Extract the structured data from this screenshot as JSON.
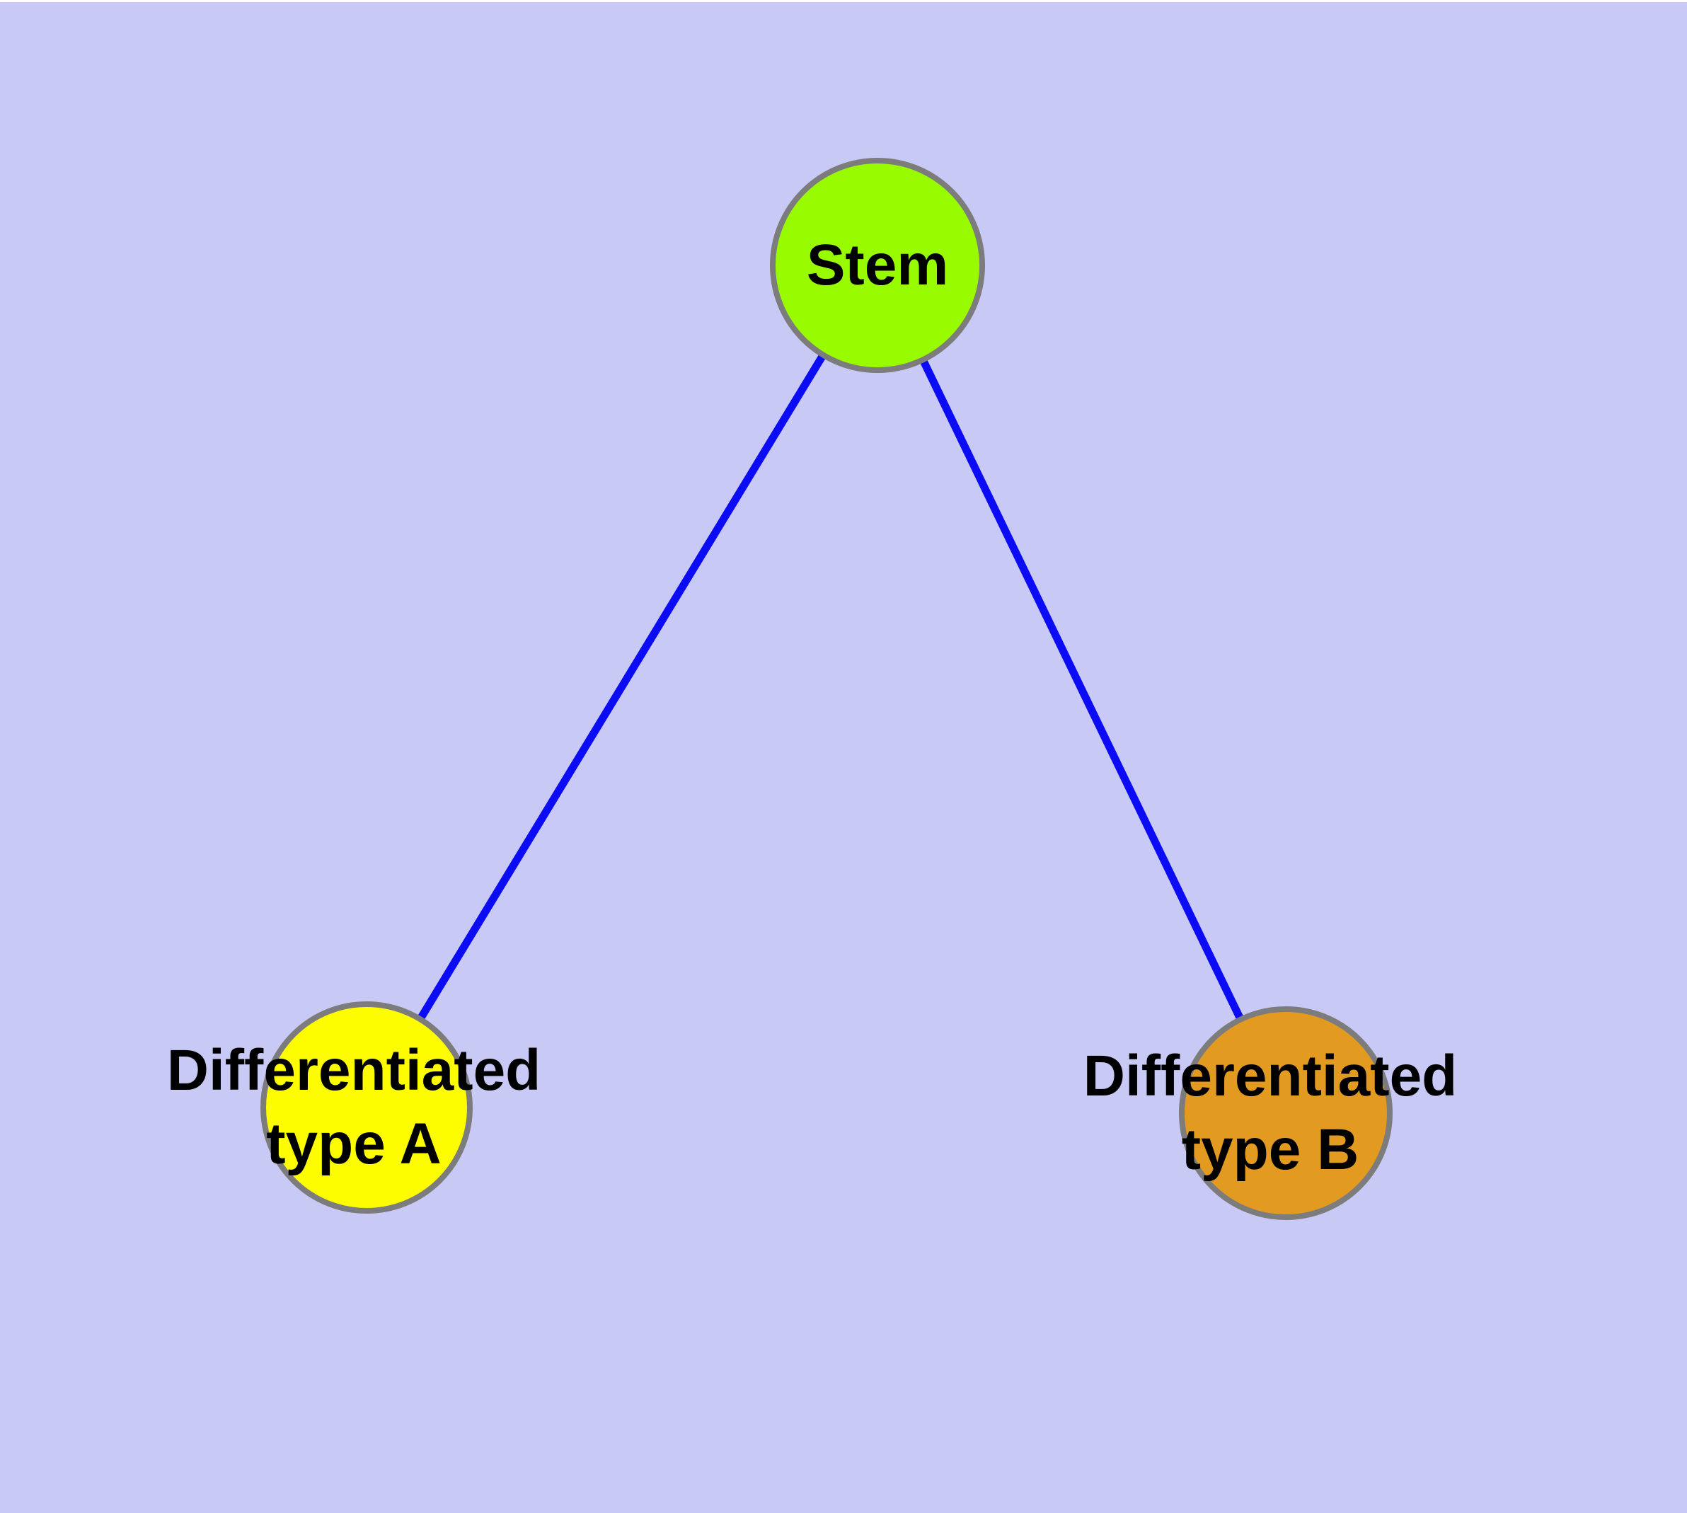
{
  "canvas": {
    "background": "#c9c9f6"
  },
  "style": {
    "edge_color": "#0b0bf5",
    "node_border": "#7c7c7c",
    "label_color": "#000000"
  },
  "nodes": [
    {
      "id": "stem",
      "label": "Stem",
      "color": "#99fb00"
    },
    {
      "id": "diff-a",
      "label": "Differentiated\ntype A",
      "color": "#fdfd00"
    },
    {
      "id": "diff-b",
      "label": "Differentiated\ntype B",
      "color": "#e29b20"
    }
  ],
  "edges": [
    {
      "from": "stem",
      "to": "diff-a"
    },
    {
      "from": "stem",
      "to": "diff-b"
    }
  ]
}
